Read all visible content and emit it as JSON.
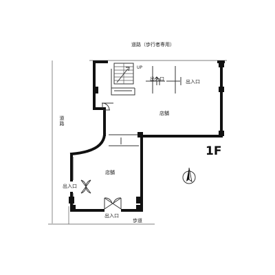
{
  "labels": {
    "top_road": "道路（歩行者専用）",
    "left_road": "道路",
    "sidewalk": "歩道",
    "stairs_up": "UP",
    "entrance_upper_left": "出入口",
    "entrance_upper_right": "出入口",
    "shop_upper": "店舗",
    "shop_lower": "店舗",
    "entrance_lower_left": "出入口",
    "entrance_lower_bottom": "出入口",
    "floor": "1F"
  },
  "icons": {
    "north_arrow": "north-arrow-icon",
    "double_door": "double-door-icon",
    "single_door": "swing-door-icon",
    "staircase": "staircase-icon"
  },
  "colors": {
    "ink": "#111111",
    "paper": "#ffffff"
  }
}
